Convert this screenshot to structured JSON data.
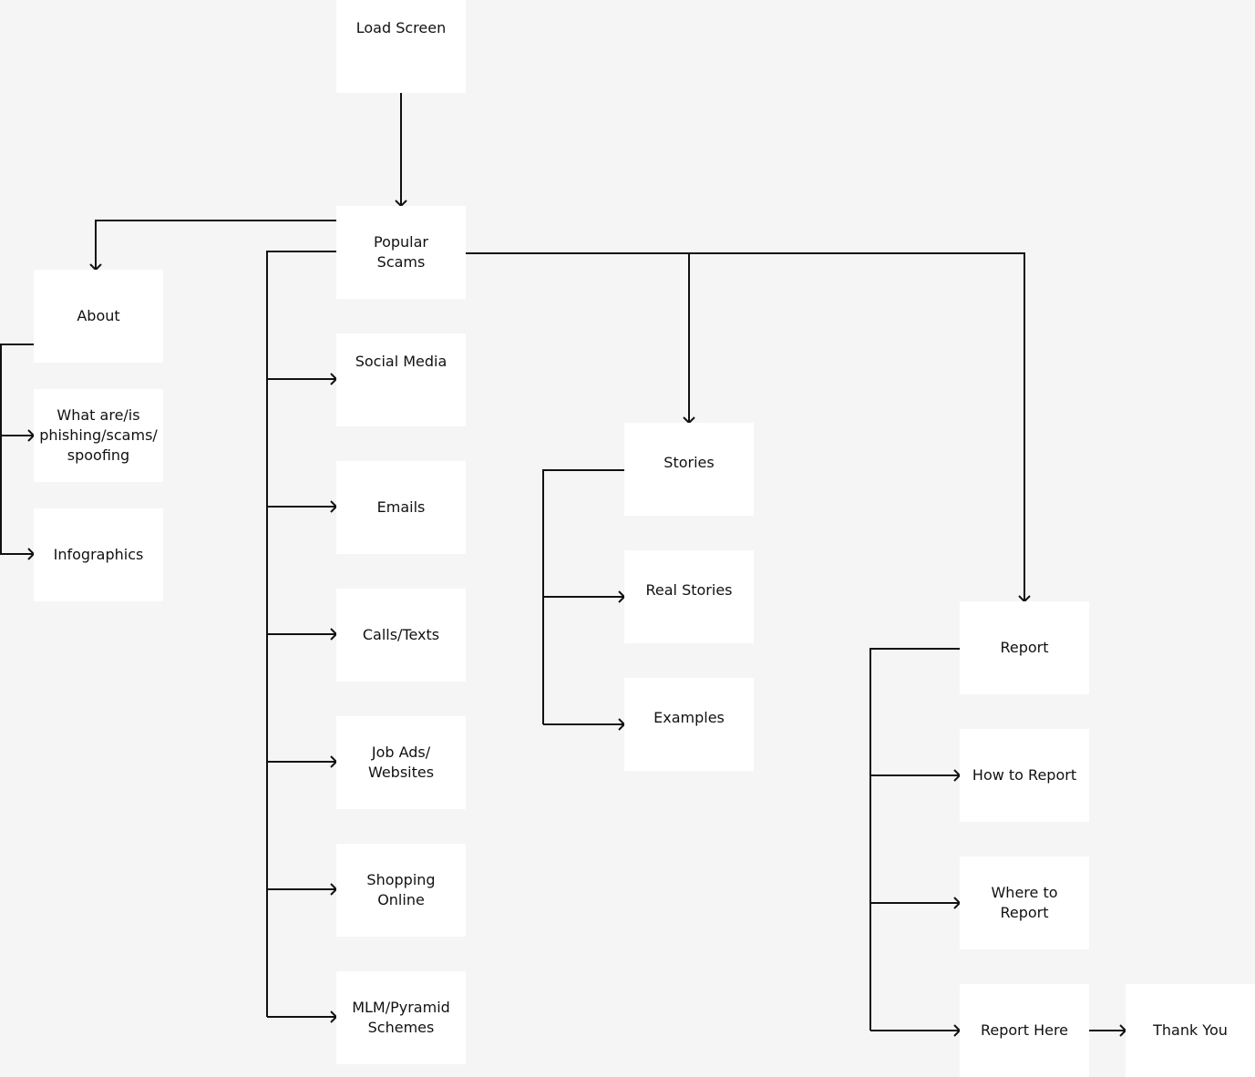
{
  "nodes": {
    "load_screen": "Load Screen",
    "popular_scams": "Popular\nScams",
    "about": "About",
    "what_are": "What are/is\nphishing/scams/\nspoofing",
    "infographics": "Infographics",
    "social_media": "Social Media",
    "emails": "Emails",
    "calls_texts": "Calls/Texts",
    "job_ads": "Job Ads/\nWebsites",
    "shopping_online": "Shopping\nOnline",
    "mlm_pyramid": "MLM/Pyramid\nSchemes",
    "stories": "Stories",
    "real_stories": "Real Stories",
    "examples": "Examples",
    "report": "Report",
    "how_to_report": "How to Report",
    "where_to_report": "Where to\nReport",
    "report_here": "Report Here",
    "thank_you": "Thank You"
  },
  "colors": {
    "background": "#f5f5f5",
    "node": "#ffffff",
    "line": "#111111"
  }
}
